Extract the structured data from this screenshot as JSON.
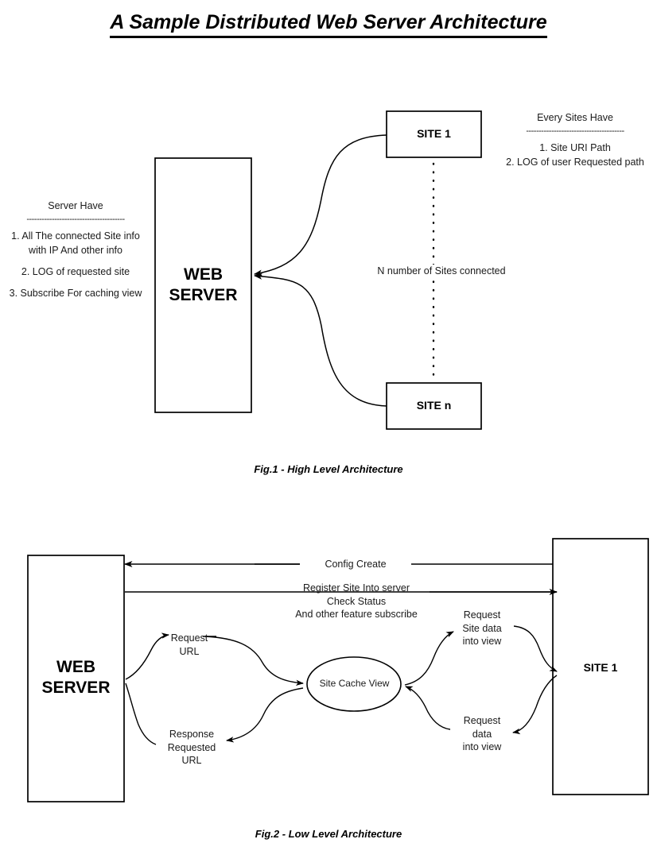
{
  "document": {
    "title": "A Sample Distributed Web Server Architecture "
  },
  "figure1": {
    "caption": "Fig.1 - High Level Architecture",
    "web_server_box": {
      "label": "WEB\nSERVER",
      "line1": "WEB",
      "line2": "SERVER"
    },
    "site_boxes": [
      {
        "label": "SITE 1"
      },
      {
        "label": "SITE n"
      }
    ],
    "dotted_note": "N number of Sites connected",
    "server_have_note": {
      "heading": "Server Have",
      "rule": "---------------------------------------",
      "items": [
        "1. All The connected Site info",
        "with IP And other info",
        "2. LOG of requested site",
        "3. Subscribe For caching view"
      ]
    },
    "sites_have_note": {
      "heading": "Every Sites Have",
      "rule": "---------------------------------------",
      "items": [
        "1. Site URI Path",
        "2. LOG of user Requested path"
      ]
    }
  },
  "figure2": {
    "caption": "Fig.2 - Low Level Architecture",
    "web_server_box": {
      "line1": "WEB",
      "line2": "SERVER"
    },
    "site_box": {
      "label": "SITE 1"
    },
    "cache_node": {
      "label": "Site Cache View"
    },
    "flows": {
      "config_create": "Config Create",
      "register": {
        "line1": "Register Site Into server",
        "line2": "Check Status",
        "line3": "And other feature subscribe"
      },
      "request_url": {
        "line1": "Request",
        "line2": "URL"
      },
      "response_url": {
        "line1": "Response",
        "line2": "Requested",
        "line3": "URL"
      },
      "request_site_data": {
        "line1": "Request",
        "line2": "Site data",
        "line3": "into  view"
      },
      "request_data": {
        "line1": "Request",
        "line2": "data",
        "line3": "into view"
      }
    }
  },
  "colors": {
    "stroke": "#000000",
    "text": "#1a1a1a",
    "background": "#ffffff"
  }
}
